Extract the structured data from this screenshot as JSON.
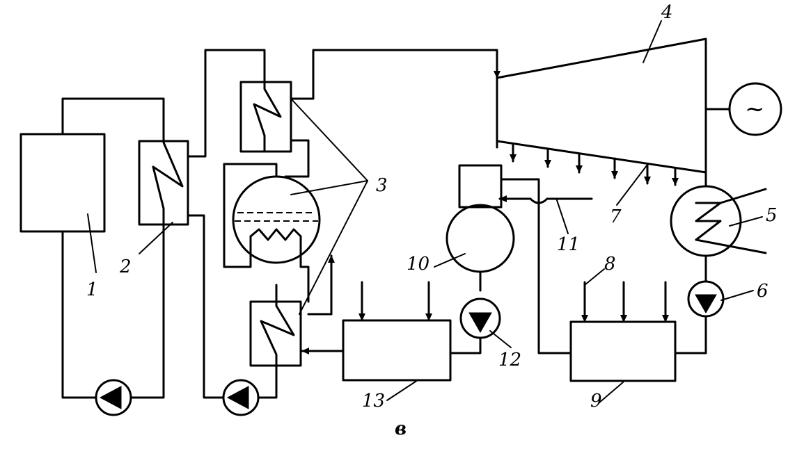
{
  "diagram": {
    "labels": {
      "n1": "1",
      "n2": "2",
      "n3": "3",
      "n4": "4",
      "n5": "5",
      "n6": "6",
      "n7": "7",
      "n8": "8",
      "n9": "9",
      "n10": "10",
      "n11": "11",
      "n12": "12",
      "n13": "13"
    },
    "caption": "в",
    "generator_symbol": "~"
  }
}
